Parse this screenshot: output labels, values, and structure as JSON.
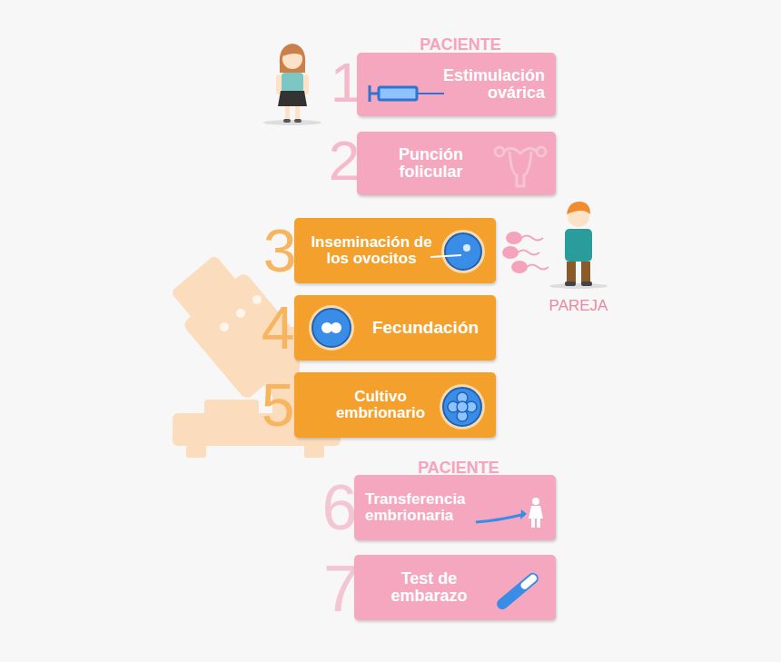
{
  "diagram": {
    "nodes": [
      {
        "text": [
          "Estimulación ovárica"
        ]
      },
      {
        "text": [
          "Punción folicular"
        ]
      },
      {
        "text": [
          "Inseminación de los ovocitos"
        ]
      },
      {
        "text": [
          "Fecundación"
        ]
      },
      {
        "text": [
          "Cultivo embrionario"
        ]
      },
      {
        "text": [
          "Transferencia embrionaria"
        ]
      },
      {
        "text": [
          "Test de embarazo"
        ]
      }
    ],
    "labels": [
      "PACIENTE",
      "1",
      "2",
      "3",
      "4",
      "5",
      "PACIENTE",
      "6",
      "7",
      "PAREJA"
    ]
  }
}
